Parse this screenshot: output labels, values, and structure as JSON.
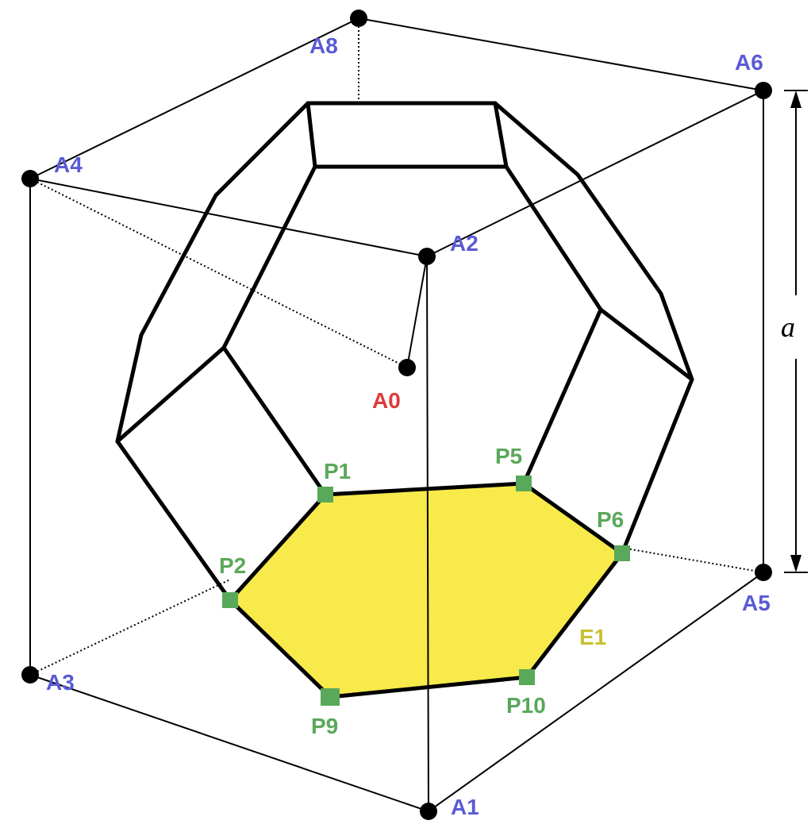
{
  "labels": {
    "A0": "A0",
    "A1": "A1",
    "A2": "A2",
    "A3": "A3",
    "A4": "A4",
    "A5": "A5",
    "A6": "A6",
    "A8": "A8",
    "P1": "P1",
    "P2": "P2",
    "P5": "P5",
    "P6": "P6",
    "P9": "P9",
    "P10": "P10",
    "E1": "E1",
    "edge_length": "a"
  },
  "colors": {
    "cube_vertex_label": "#5a5ad6",
    "center_label": "#e03a3a",
    "hexagon_point": "#5aa85a",
    "hexagon_fill": "#f7ea4a",
    "face_label": "#c8c030",
    "lines": "#000000"
  }
}
